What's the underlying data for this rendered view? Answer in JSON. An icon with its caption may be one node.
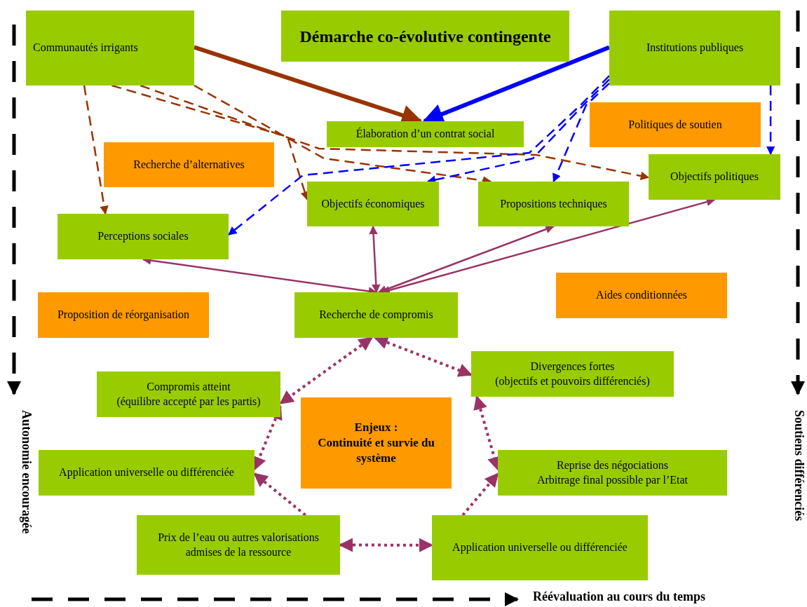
{
  "diagram": {
    "title": "Démarche co-évolutive contingente",
    "nodes": [
      {
        "text": [
          "Communautés irrigants"
        ]
      },
      {
        "text": [
          "Institutions  publiques"
        ]
      },
      {
        "text": [
          "Élaboration d’un contrat social"
        ]
      },
      {
        "text": [
          "Politiques de soutien"
        ]
      },
      {
        "text": [
          "Recherche d’alternatives"
        ]
      },
      {
        "text": [
          "Objectifs politiques"
        ]
      },
      {
        "text": [
          "Objectifs économiques"
        ]
      },
      {
        "text": [
          "Propositions techniques"
        ]
      },
      {
        "text": [
          "Perceptions sociales"
        ]
      },
      {
        "text": [
          "Aides conditionnées"
        ]
      },
      {
        "text": [
          "Proposition de réorganisation"
        ]
      },
      {
        "text": [
          "Recherche de compromis"
        ]
      },
      {
        "text": [
          "Divergences fortes",
          "(objectifs et pouvoirs différenciés)"
        ]
      },
      {
        "text": [
          "Compromis atteint",
          "(équilibre accepté par les partis)"
        ]
      },
      {
        "text": [
          "Enjeux :",
          "Continuité et survie du système"
        ]
      },
      {
        "text": [
          "Application universelle ou différenciée"
        ]
      },
      {
        "text": [
          "Reprise des négociations",
          "Arbitrage final possible par l’Etat"
        ]
      },
      {
        "text": [
          "Prix de l’eau ou autres valorisations admises de la ressource"
        ]
      },
      {
        "text": [
          "Application universelle ou différenciée"
        ]
      }
    ],
    "edges": [
      {
        "from": 0,
        "to": 2,
        "arrow": "to",
        "style": "thick",
        "color": "#993300"
      },
      {
        "from": 1,
        "to": 2,
        "arrow": "to",
        "style": "thick",
        "color": "#0000ff"
      },
      {
        "from": 0,
        "to": 8,
        "arrow": "to",
        "style": "dashed",
        "color": "#993300"
      },
      {
        "from": 0,
        "to": 6,
        "arrow": "to",
        "style": "dashed",
        "color": "#993300"
      },
      {
        "from": 0,
        "to": 5,
        "arrow": "to",
        "style": "dashed",
        "color": "#993300"
      },
      {
        "from": 0,
        "to": 7,
        "arrow": "to",
        "style": "dashed",
        "color": "#993300"
      },
      {
        "from": 1,
        "to": 8,
        "arrow": "to",
        "style": "dashed",
        "color": "#0000ff"
      },
      {
        "from": 1,
        "to": 6,
        "arrow": "to",
        "style": "dashed",
        "color": "#0000ff"
      },
      {
        "from": 1,
        "to": 7,
        "arrow": "to",
        "style": "dashed",
        "color": "#0000ff"
      },
      {
        "from": 1,
        "to": 5,
        "arrow": "to",
        "style": "dashed",
        "color": "#0000ff"
      },
      {
        "from": 11,
        "to": 6,
        "arrow": "both"
      },
      {
        "from": 11,
        "to": 8,
        "arrow": "both"
      },
      {
        "from": 11,
        "to": 7,
        "arrow": "both"
      },
      {
        "from": 11,
        "to": 5,
        "arrow": "both"
      },
      {
        "from": 11,
        "to": 13,
        "arrow": "both",
        "style": "dashed"
      },
      {
        "from": 11,
        "to": 12,
        "arrow": "both",
        "style": "dashed"
      },
      {
        "from": 13,
        "to": 15,
        "arrow": "both",
        "style": "dashed"
      },
      {
        "from": 12,
        "to": 16,
        "arrow": "both",
        "style": "dashed"
      },
      {
        "from": 17,
        "to": 15,
        "arrow": "to",
        "style": "dashed"
      },
      {
        "from": 18,
        "to": 16,
        "arrow": "to",
        "style": "dashed"
      },
      {
        "from": 17,
        "to": 18,
        "arrow": "both",
        "style": "dashed"
      }
    ],
    "labels": [
      "Autonomie encouragée",
      "Soutiens différenciés",
      "Réévaluation au cours du temps"
    ]
  }
}
